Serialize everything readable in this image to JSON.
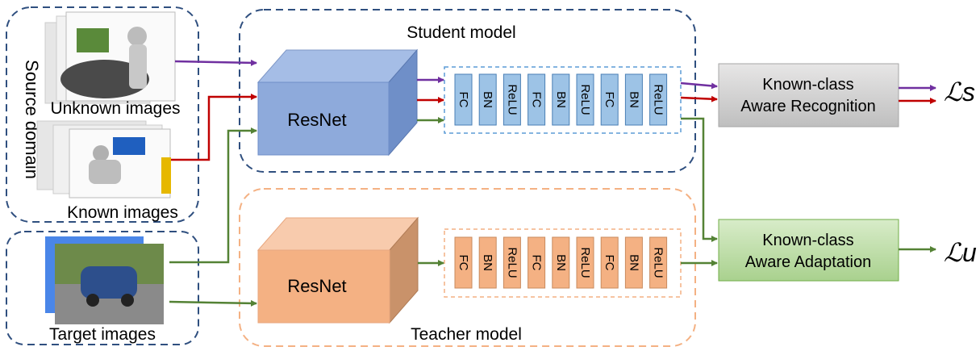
{
  "source_domain": {
    "label": "Source domain",
    "unknown_label": "Unknown images",
    "known_label": "Known images"
  },
  "target": {
    "label": "Target images"
  },
  "student": {
    "title": "Student model",
    "backbone": "ResNet",
    "layers": [
      "FC",
      "BN",
      "ReLU",
      "FC",
      "BN",
      "ReLU",
      "FC",
      "BN",
      "ReLU"
    ]
  },
  "teacher": {
    "title": "Teacher model",
    "backbone": "ResNet",
    "layers": [
      "FC",
      "BN",
      "ReLU",
      "FC",
      "BN",
      "ReLU",
      "FC",
      "BN",
      "ReLU"
    ]
  },
  "recognition": {
    "line1": "Known-class",
    "line2": "Aware Recognition",
    "loss": "ℒs"
  },
  "adaptation": {
    "line1": "Known-class",
    "line2": "Aware Adaptation",
    "loss": "ℒu"
  },
  "colors": {
    "unknown_flow": "#7030a0",
    "known_flow": "#c00000",
    "target_flow": "#548235",
    "student_border": "#2f4f7f",
    "teacher_border": "#f4b183",
    "student_block": "#9dc3e6",
    "teacher_block": "#f4b183"
  }
}
